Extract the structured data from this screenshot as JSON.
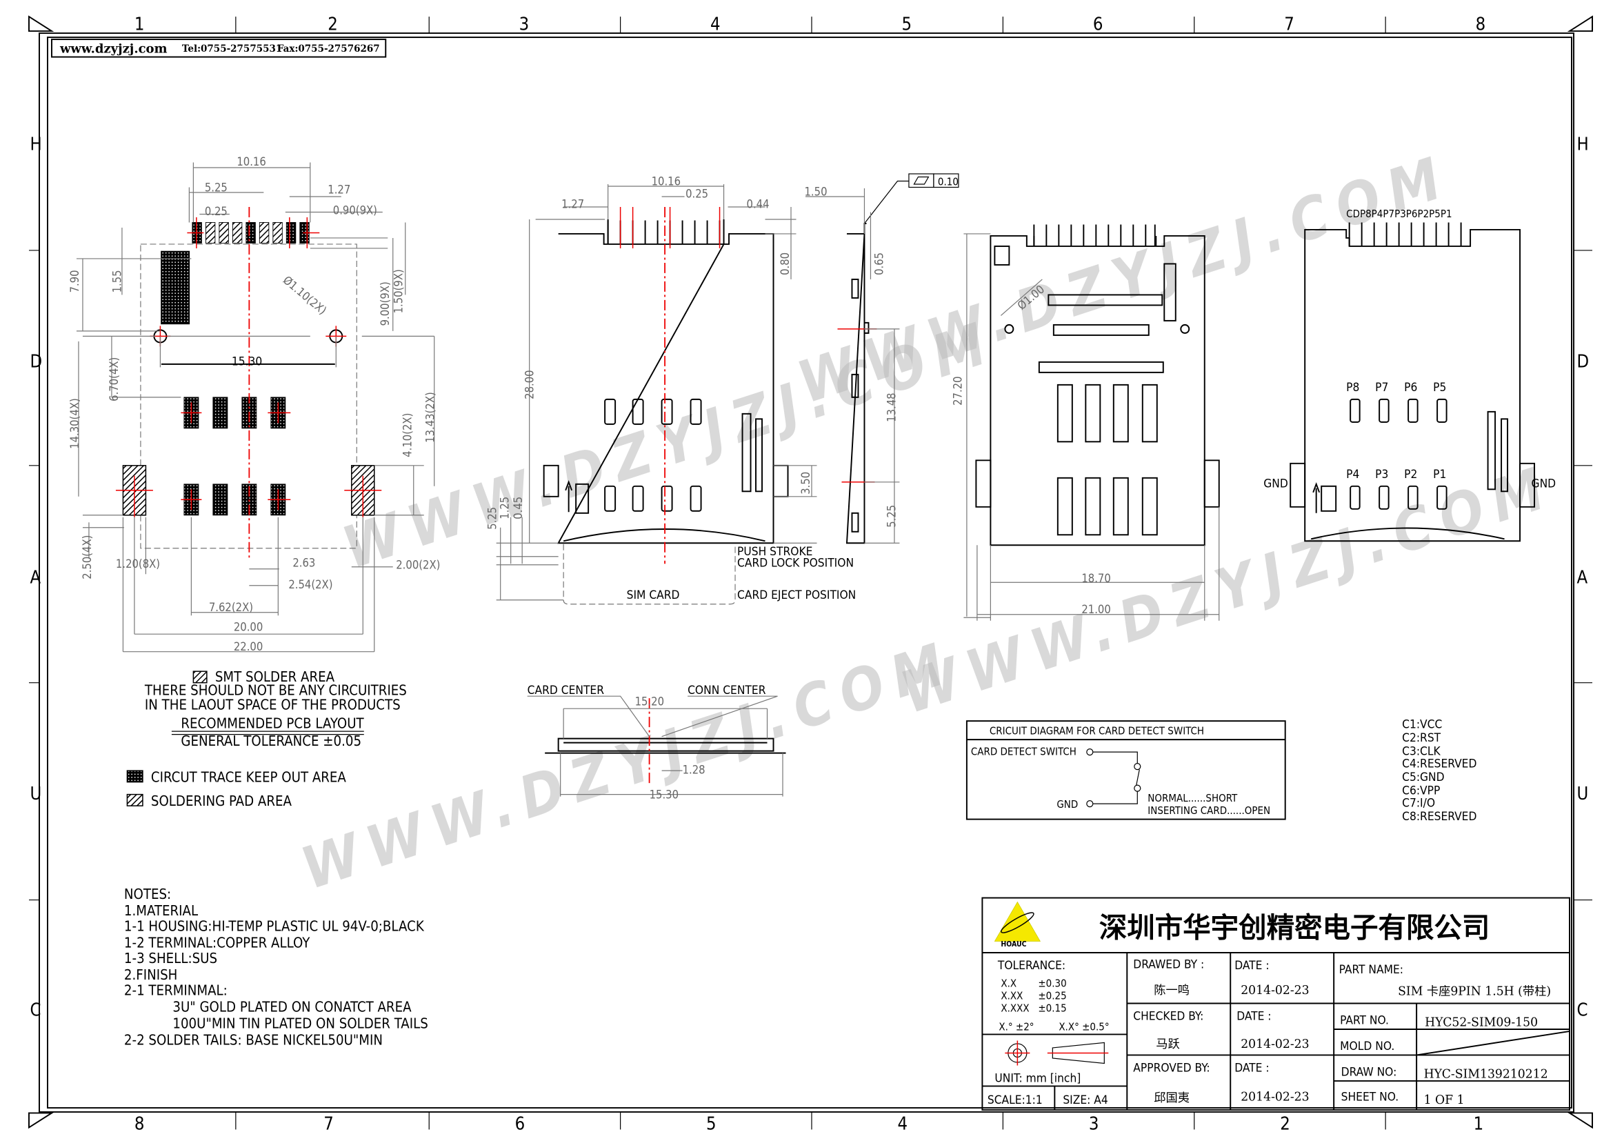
{
  "header": {
    "website": "www.dzyjzj.com",
    "tel": "Tel:0755-27575531",
    "fax": "Fax:0755-27576267"
  },
  "frame": {
    "top_cols": [
      "1",
      "2",
      "3",
      "4",
      "5",
      "6",
      "7",
      "8"
    ],
    "bottom_cols": [
      "8",
      "7",
      "6",
      "5",
      "4",
      "3",
      "2",
      "1"
    ],
    "left_rows": [
      "H",
      "D",
      "A",
      "U",
      "C"
    ],
    "right_rows": [
      "H",
      "D",
      "A",
      "U",
      "C"
    ]
  },
  "watermark": "WWW.DZYJZJ.COM",
  "pcb_layout": {
    "dims": [
      "10.16",
      "5.25",
      "0.25",
      "1.27",
      "0.90(9X)",
      "7.90",
      "1.55",
      "9.00(9X)",
      "1.50(9X)",
      "Ø1.10(2X)",
      "15.30",
      "6.70(4X)",
      "14.30(4X)",
      "4.10(2X)",
      "13.43(2X)",
      "2.50(4X)",
      "1.20(8X)",
      "2.63",
      "2.54(2X)",
      "2.00(2X)",
      "7.62(2X)",
      "20.00",
      "22.00"
    ],
    "smt_label": "SMT SOLDER AREA",
    "warning_line1": "THERE SHOULD NOT BE ANY CIRCUITRIES",
    "warning_line2": "IN THE LAOUT SPACE OF THE PRODUCTS",
    "title": "RECOMMENDED PCB LAYOUT",
    "tolerance": "GENERAL TOLERANCE ±0.05",
    "legend_keepout": "CIRCUT TRACE KEEP OUT AREA",
    "legend_pad": "SOLDERING PAD AREA"
  },
  "top_view": {
    "dims": [
      "10.16",
      "0.25",
      "1.27",
      "0.44",
      "28.00",
      "0.80",
      "3.50",
      "5.25",
      "1.25",
      "0.45"
    ],
    "push_stroke": "PUSH STROKE",
    "card_lock": "CARD LOCK POSITION",
    "sim_card": "SIM CARD",
    "card_eject": "CARD EJECT POSITION"
  },
  "side_view": {
    "dims": [
      "1.50",
      "0.65",
      "13.48",
      "5.25"
    ],
    "flatness": "0.10"
  },
  "bottom_view": {
    "dims": [
      "27.20",
      "18.70",
      "21.00",
      "Ø1.00"
    ]
  },
  "pin_view": {
    "header_pins": "CDP8P4P7P3P6P2P5P1",
    "top_pads": [
      "P8",
      "P7",
      "P6",
      "P5"
    ],
    "bottom_pads": [
      "P4",
      "P3",
      "P2",
      "P1"
    ],
    "gnd_left": "GND",
    "gnd_right": "GND"
  },
  "section_view": {
    "card_center": "CARD CENTER",
    "conn_center": "CONN CENTER",
    "dims": [
      "15.20",
      "1.28",
      "15.30"
    ]
  },
  "circuit": {
    "title": "CRICUIT DIAGRAM FOR CARD DETECT SWITCH",
    "switch_label": "CARD DETECT SWITCH",
    "gnd_label": "GND",
    "normal": "NORMAL......SHORT",
    "inserting": "INSERTING CARD......OPEN"
  },
  "pinout": [
    "C1:VCC",
    "C2:RST",
    "C3:CLK",
    "C4:RESERVED",
    "C5:GND",
    "C6:VPP",
    "C7:I/O",
    "C8:RESERVED"
  ],
  "notes": [
    "NOTES:",
    "1.MATERIAL",
    "1-1 HOUSING:HI-TEMP PLASTIC UL 94V-0;BLACK",
    "1-2 TERMINAL:COPPER ALLOY",
    "1-3 SHELL:SUS",
    "2.FINISH",
    "2-1 TERMINMAL:",
    "3U\" GOLD PLATED ON CONATCT AREA",
    "100U\"MIN TIN PLATED ON SOLDER TAILS",
    "2-2 SOLDER TAILS: BASE NICKEL50U\"MIN"
  ],
  "title_block": {
    "company": "深圳市华宇创精密电子有限公司",
    "logo_text": "HOAUC",
    "tolerance_label": "TOLERANCE:",
    "tolerances": [
      {
        "fmt": "X.X",
        "val": "±0.30"
      },
      {
        "fmt": "X.XX",
        "val": "±0.25"
      },
      {
        "fmt": "X.XXX",
        "val": "±0.15"
      }
    ],
    "angle_tol_1": "X.° ±2°",
    "angle_tol_2": "X.X° ±0.5°",
    "unit": "UNIT:  mm  [inch]",
    "scale": "SCALE:1:1",
    "size": "SIZE:  A4",
    "drawn_by_label": "DRAWED  BY :",
    "drawn_by": "陈一鸣",
    "checked_by_label": "CHECKED  BY:",
    "checked_by": "马跃",
    "approved_by_label": "APPROVED  BY:",
    "approved_by": "邱国夷",
    "date_label": "DATE :",
    "dates": [
      "2014-02-23",
      "2014-02-23",
      "2014-02-23"
    ],
    "part_name_label": "PART  NAME:",
    "part_name": "SIM 卡座9PIN 1.5H (带柱)",
    "part_no_label": "PART  NO.",
    "part_no": "HYC52-SIM09-150",
    "mold_no_label": "MOLD  NO.",
    "draw_no_label": "DRAW  NO:",
    "draw_no": "HYC-SIM139210212",
    "sheet_no_label": "SHEET  NO.",
    "sheet_no": "1  OF  1"
  }
}
